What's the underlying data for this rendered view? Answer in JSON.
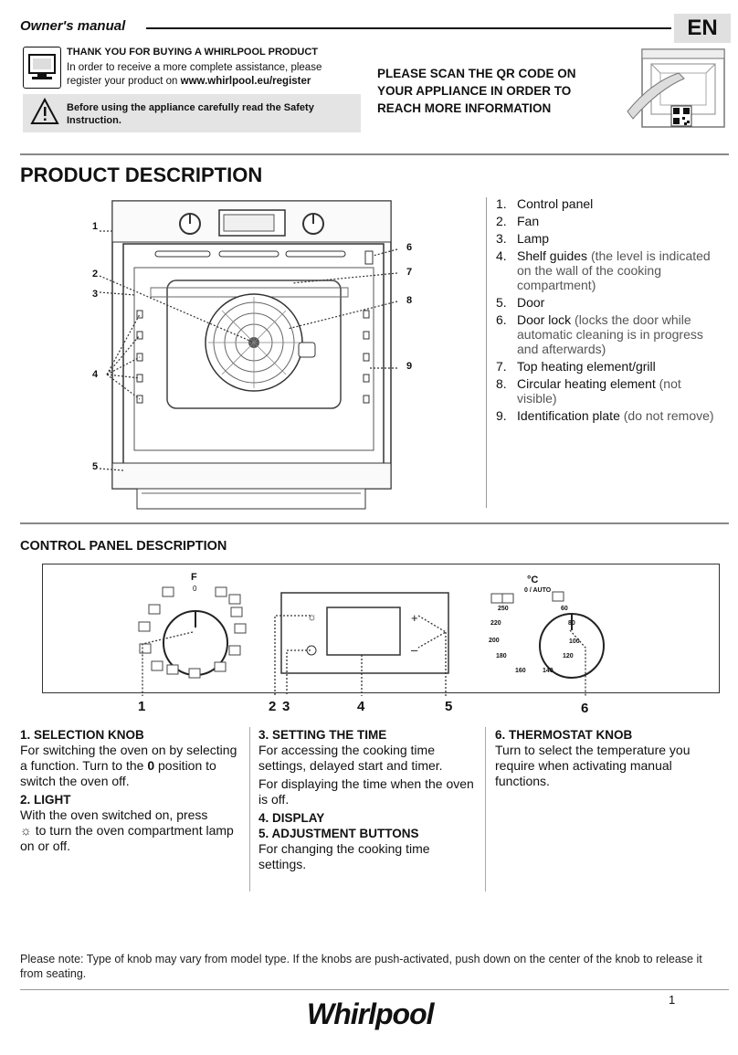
{
  "header": {
    "title": "Owner's manual",
    "lang": "EN"
  },
  "thanks": {
    "title": "THANK YOU FOR BUYING A WHIRLPOOL PRODUCT",
    "text_pre": "In order to receive a more complete assistance, please register your product on ",
    "url": "www.whirlpool.eu/register"
  },
  "warning": {
    "text": "Before using the appliance carefully read the Safety Instruction."
  },
  "scan": {
    "text": "PLEASE SCAN THE QR CODE ON YOUR APPLIANCE IN ORDER TO REACH MORE INFORMATION"
  },
  "product": {
    "title": "PRODUCT DESCRIPTION",
    "callouts": [
      "1",
      "2",
      "3",
      "4",
      "5",
      "6",
      "7",
      "8",
      "9"
    ],
    "items": [
      {
        "n": "1.",
        "main": "Control panel",
        "sub": ""
      },
      {
        "n": "2.",
        "main": "Fan",
        "sub": ""
      },
      {
        "n": "3.",
        "main": "Lamp",
        "sub": ""
      },
      {
        "n": "4.",
        "main": "Shelf guides",
        "sub": " (the level is indicated on the wall of the cooking compartment)"
      },
      {
        "n": "5.",
        "main": "Door",
        "sub": ""
      },
      {
        "n": "6.",
        "main": "Door lock",
        "sub": " (locks the door while automatic cleaning is in progress and afterwards)"
      },
      {
        "n": "7.",
        "main": "Top heating element/grill",
        "sub": ""
      },
      {
        "n": "8.",
        "main": "Circular heating element",
        "sub": " (not visible)"
      },
      {
        "n": "9.",
        "main": "Identification plate",
        "sub": " (do not remove)"
      }
    ]
  },
  "control_panel": {
    "title": "CONTROL PANEL DESCRIPTION",
    "knob_f": "F",
    "knob_zero": "0",
    "plus": "+",
    "minus": "–",
    "unit": "°C",
    "auto": "0 / AUTO",
    "temps": [
      "250",
      "60",
      "220",
      "80",
      "200",
      "100",
      "180",
      "120",
      "160",
      "140"
    ],
    "numbers": [
      "1",
      "2",
      "3",
      "4",
      "5",
      "6"
    ]
  },
  "desc": {
    "c1": {
      "h1": "1. SELECTION KNOB",
      "p1": "For switching the oven on by selecting a function. Turn to the",
      "p1_zero": "0",
      "p1_end": " position to switch the oven off.",
      "h2": "2. LIGHT",
      "p2": "With the oven switched on, press",
      "p2_icon": "☼",
      "p2_end": " to turn the oven compartment lamp on or off."
    },
    "c2": {
      "h1": "3. SETTING THE TIME",
      "p1": "For accessing the cooking time settings, delayed start and timer.",
      "p2": "For displaying the time when the oven is off.",
      "h2": "4. DISPLAY",
      "h3": "5. ADJUSTMENT BUTTONS",
      "p3": "For changing the cooking time settings."
    },
    "c3": {
      "h1": "6. THERMOSTAT KNOB",
      "p1": "Turn to select the temperature you require when activating manual functions."
    }
  },
  "note": "Please note: Type of knob may vary from model type. If the knobs are push-activated, push down on the center of the knob to release it from seating.",
  "footer": {
    "page": "1",
    "brand": "Whirlpool"
  }
}
